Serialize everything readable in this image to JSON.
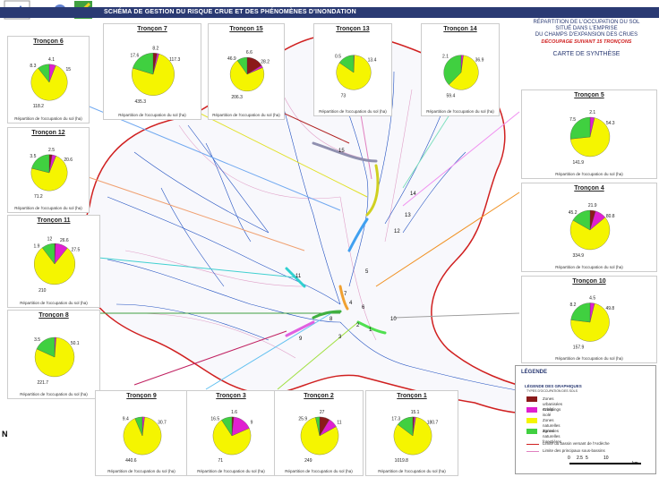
{
  "header": {
    "title": "SCHÉMA DE GESTION DU RISQUE CRUE ET DES PHÉNOMÈNES D'INONDATION"
  },
  "synthesis": {
    "line1": "RÉPARTITION DE L'OCCUPATION DU SOL",
    "line2": "SITUÉ DANS L'EMPRISE",
    "line3": "DU CHAMPS D'EXPANSION DES CRUES",
    "line4": "DÉCOUPAGE SUIVANT 15 TRONÇONS",
    "line5": "CARTE DE SYNTHÈSE"
  },
  "colors": {
    "urban": "#8b1a1a",
    "camping": "#e020d0",
    "agri": "#f5f500",
    "forest": "#40d040",
    "river": "#2050c0",
    "basin": "#d02020"
  },
  "legend": {
    "title": "LÉGENDE",
    "subtitle": "LÉGENDE DES GRAPHIQUES",
    "subtitle2": "TYPES D'OCCUPATION DES SOLS",
    "items": [
      {
        "label": "Zones urbanisées et bâti isolé",
        "color": "#8b1a1a"
      },
      {
        "label": "Campings",
        "color": "#e020d0"
      },
      {
        "label": "Zones naturelles agricoles",
        "color": "#f5f500"
      },
      {
        "label": "Zones naturelles forestières",
        "color": "#40d040"
      }
    ],
    "lines": [
      {
        "label": "Limite du bassin versant de l'Ardèche",
        "color": "#d02020"
      },
      {
        "label": "Limite des principaux sous-bassins",
        "color": "#e080c0"
      }
    ],
    "scale": {
      "unit": "km",
      "ticks": [
        "0",
        "2.5",
        "5",
        "10"
      ]
    }
  },
  "panels": [
    {
      "id": "t6",
      "title": "Tronçon 6",
      "caption": "Répartition de l'occupation du sol (ha)",
      "values": [
        0,
        8.3,
        118.2,
        15
      ],
      "labels": [
        "8.3",
        "4.1",
        "15",
        "118.2"
      ]
    },
    {
      "id": "t7",
      "title": "Tronçon 7",
      "caption": "Répartition de l'occupation du sol (ha)",
      "values": [
        17.6,
        8.2,
        435.3,
        117.3
      ],
      "labels": [
        "17.6",
        "8.2",
        "117.3",
        "435.3"
      ]
    },
    {
      "id": "t15",
      "title": "Tronçon 15",
      "caption": "Répartition de l'occupation du sol (ha)",
      "values": [
        46.9,
        6.6,
        206.3,
        28.2
      ],
      "labels": [
        "46.9",
        "6.6",
        "28.2",
        "206.3"
      ]
    },
    {
      "id": "t13",
      "title": "Tronçon 13",
      "caption": "Répartition de l'occupation du sol (ha)",
      "values": [
        0,
        0.5,
        73,
        13.4
      ],
      "labels": [
        "0.5",
        "13.4",
        "73"
      ]
    },
    {
      "id": "t14",
      "title": "Tronçon 14",
      "caption": "Répartition de l'occupation du sol (ha)",
      "values": [
        0,
        2.1,
        59.4,
        36.9
      ],
      "labels": [
        "2.1",
        "36.9",
        "59.4"
      ]
    },
    {
      "id": "t12",
      "title": "Tronçon 12",
      "caption": "Répartition de l'occupation du sol (ha)",
      "values": [
        2.5,
        3.5,
        71.2,
        20.6
      ],
      "labels": [
        "3.5",
        "2.5",
        "20.6",
        "71.2"
      ]
    },
    {
      "id": "t11",
      "title": "Tronçon 11",
      "caption": "Répartition de l'occupation du sol (ha)",
      "values": [
        1.9,
        26.6,
        210,
        27.5
      ],
      "labels": [
        "1.9",
        "12",
        "26.6",
        "27.5",
        "210"
      ]
    },
    {
      "id": "t8",
      "title": "Tronçon 8",
      "caption": "Répartition de l'occupation du sol (ha)",
      "values": [
        0,
        3.5,
        221.7,
        50.1
      ],
      "labels": [
        "3.5",
        "50.1",
        "221.7"
      ]
    },
    {
      "id": "t9",
      "title": "Tronçon 9",
      "caption": "Répartition de l'occupation du sol (ha)",
      "values": [
        0,
        9.4,
        440.6,
        30.7
      ],
      "labels": [
        "9.4",
        "30.7",
        "440.6"
      ]
    },
    {
      "id": "t3",
      "title": "Tronçon 3",
      "caption": "Répartition de l'occupation du sol (ha)",
      "values": [
        1.6,
        16.5,
        71,
        9
      ],
      "labels": [
        "16.5",
        "1.6",
        "9",
        "71"
      ]
    },
    {
      "id": "t2",
      "title": "Tronçon 2",
      "caption": "Répartition de l'occupation du sol (ha)",
      "values": [
        27,
        25.9,
        249,
        11
      ],
      "labels": [
        "25.9",
        "27",
        "11",
        "249"
      ]
    },
    {
      "id": "t1",
      "title": "Tronçon 1",
      "caption": "Répartition de l'occupation du sol (ha)",
      "values": [
        15.1,
        17.3,
        1019.8,
        180.7
      ],
      "labels": [
        "17.3",
        "15.1",
        "180.7",
        "1019.8"
      ]
    },
    {
      "id": "t5",
      "title": "Tronçon 5",
      "caption": "Répartition de l'occupation du sol (ha)",
      "values": [
        0,
        7.5,
        141.9,
        54.3
      ],
      "labels": [
        "7.5",
        "2.1",
        "54.3",
        "141.9"
      ]
    },
    {
      "id": "t4",
      "title": "Tronçon 4",
      "caption": "Répartition de l'occupation du sol (ha)",
      "values": [
        21.9,
        45.2,
        334.9,
        80.8
      ],
      "labels": [
        "45.2",
        "21.9",
        "80.8",
        "334.9"
      ]
    },
    {
      "id": "t10",
      "title": "Tronçon 10",
      "caption": "Répartition de l'occupation du sol (ha)",
      "values": [
        0,
        8.2,
        157.9,
        49.8
      ],
      "labels": [
        "8.2",
        "4.5",
        "49.8",
        "157.9"
      ]
    }
  ],
  "map_labels": [
    "15",
    "14",
    "13",
    "12",
    "11",
    "10",
    "9",
    "8",
    "7",
    "6",
    "5",
    "4",
    "3",
    "2",
    "1"
  ],
  "north": "N"
}
